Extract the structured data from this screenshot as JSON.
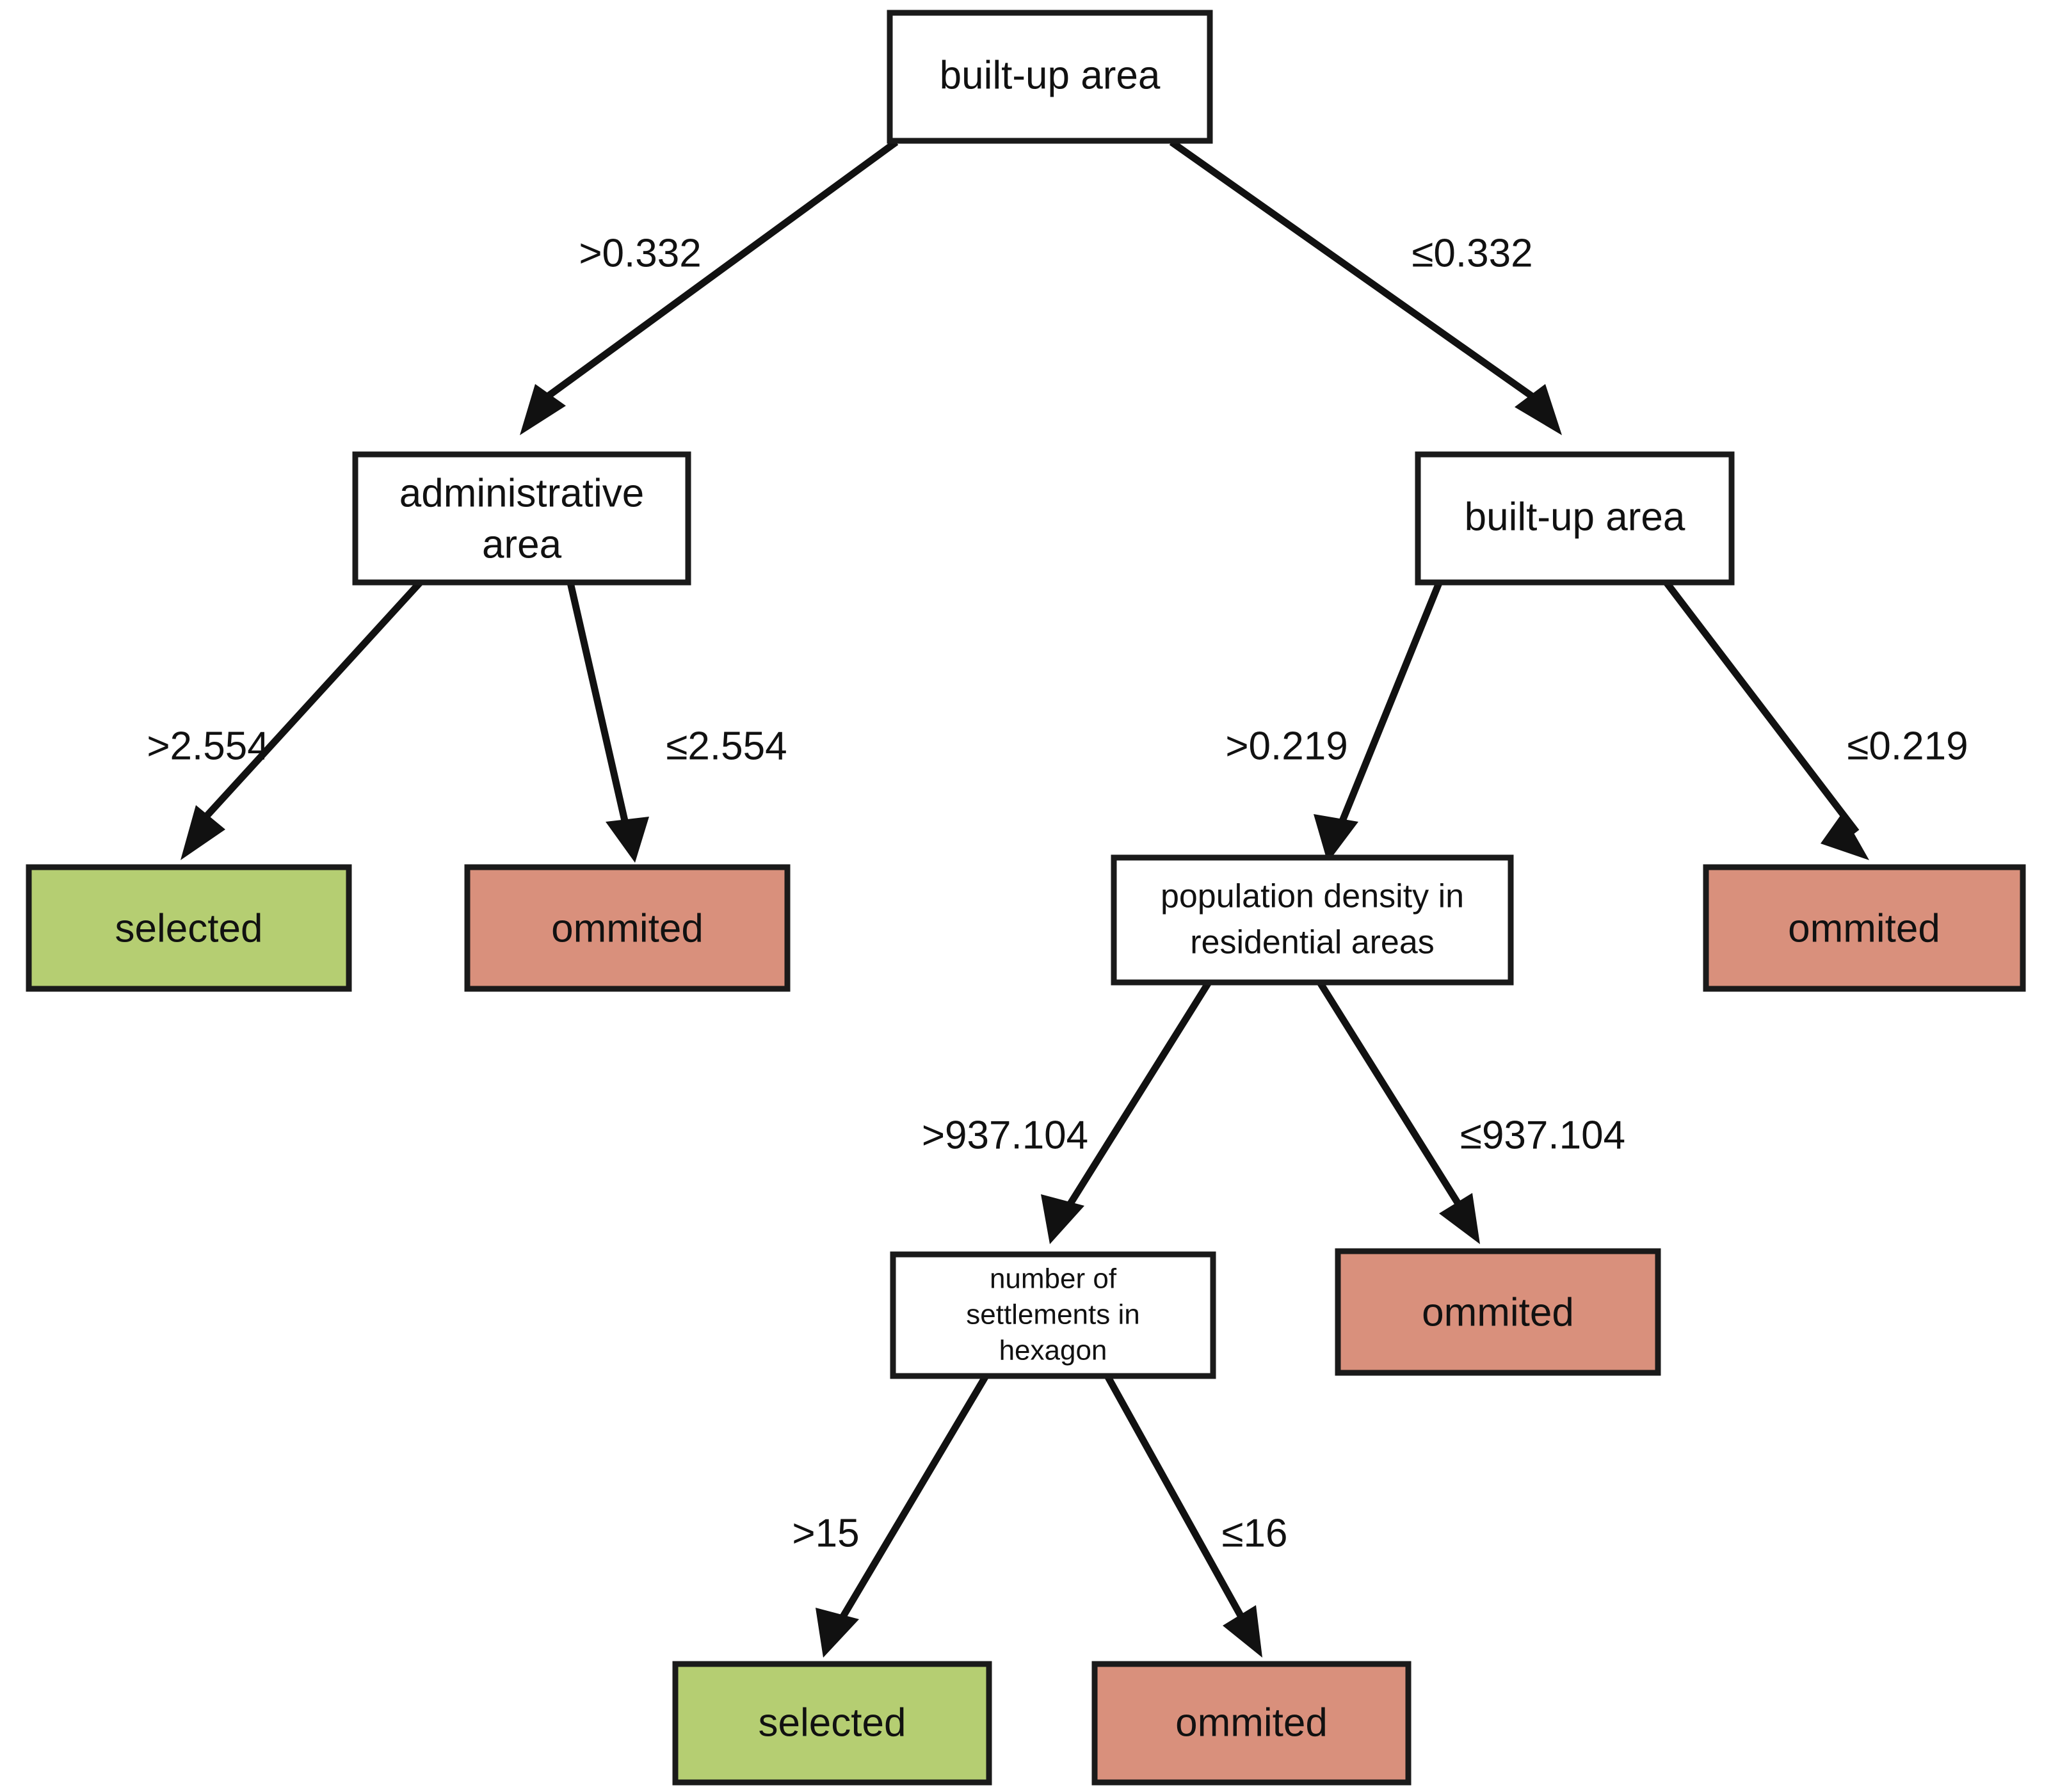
{
  "diagram": {
    "type": "decision-tree",
    "title": "",
    "legend": {
      "selected_color": "#b5ce72",
      "omitted_color": "#d9907c",
      "decision_color": "#ffffff",
      "stroke_color": "#1a1a1a"
    },
    "nodes": {
      "root": {
        "id": "root",
        "label": "built-up area",
        "kind": "decision"
      },
      "admin": {
        "id": "admin",
        "label": "administrative\narea",
        "kind": "decision"
      },
      "builtup2": {
        "id": "builtup2",
        "label": "built-up area",
        "kind": "decision"
      },
      "leaf_selected_1": {
        "id": "leaf_selected_1",
        "label": "selected",
        "kind": "selected"
      },
      "leaf_omitted_1": {
        "id": "leaf_omitted_1",
        "label": "ommited",
        "kind": "omitted"
      },
      "popdensity": {
        "id": "popdensity",
        "label": "population density in\nresidential areas",
        "kind": "decision"
      },
      "leaf_omitted_2": {
        "id": "leaf_omitted_2",
        "label": "ommited",
        "kind": "omitted"
      },
      "settlements": {
        "id": "settlements",
        "label": "number of\nsettlements in\nhexagon",
        "kind": "decision"
      },
      "leaf_omitted_3": {
        "id": "leaf_omitted_3",
        "label": "ommited",
        "kind": "omitted"
      },
      "leaf_selected_2": {
        "id": "leaf_selected_2",
        "label": "selected",
        "kind": "selected"
      },
      "leaf_omitted_4": {
        "id": "leaf_omitted_4",
        "label": "ommited",
        "kind": "omitted"
      }
    },
    "node_lines": {
      "root": [
        "built-up area"
      ],
      "admin": [
        "administrative",
        "area"
      ],
      "builtup2": [
        "built-up area"
      ],
      "leaf_selected_1": [
        "selected"
      ],
      "leaf_omitted_1": [
        "ommited"
      ],
      "popdensity": [
        "population density in",
        "residential areas"
      ],
      "leaf_omitted_2": [
        "ommited"
      ],
      "settlements": [
        "number of",
        "settlements in",
        "hexagon"
      ],
      "leaf_omitted_3": [
        "ommited"
      ],
      "leaf_selected_2": [
        "selected"
      ],
      "leaf_omitted_4": [
        "ommited"
      ]
    },
    "edges": [
      {
        "from": "root",
        "to": "admin",
        "label": ">0.332"
      },
      {
        "from": "root",
        "to": "builtup2",
        "label": "≤0.332"
      },
      {
        "from": "admin",
        "to": "leaf_selected_1",
        "label": ">2.554"
      },
      {
        "from": "admin",
        "to": "leaf_omitted_1",
        "label": "≤2.554"
      },
      {
        "from": "builtup2",
        "to": "popdensity",
        "label": ">0.219"
      },
      {
        "from": "builtup2",
        "to": "leaf_omitted_2",
        "label": "≤0.219"
      },
      {
        "from": "popdensity",
        "to": "settlements",
        "label": ">937.104"
      },
      {
        "from": "popdensity",
        "to": "leaf_omitted_3",
        "label": "≤937.104"
      },
      {
        "from": "settlements",
        "to": "leaf_selected_2",
        "label": ">15"
      },
      {
        "from": "settlements",
        "to": "leaf_omitted_4",
        "label": "≤16"
      }
    ]
  }
}
